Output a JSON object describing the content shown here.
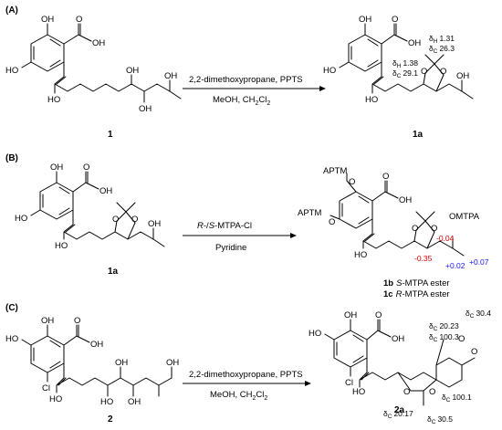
{
  "panels": [
    {
      "label": "(A)",
      "reagent_top": "2,2-dimethoxypropane, PPTS",
      "reagent_bottom": "MeOH, CH",
      "reagent_bottom_sub": "2",
      "reagent_bottom_tail": "Cl",
      "reagent_bottom_sub2": "2",
      "start_compound": "1",
      "product_compound": "1a",
      "start_atoms": {
        "oh1": "OH",
        "ho1": "HO",
        "cooh_o": "O",
        "cooh_oh": "OH",
        "enol": "HO",
        "oh_side1": "OH",
        "oh_side2": "OH",
        "oh_side3": "OH"
      },
      "product_atoms": {
        "oh1": "OH",
        "ho1": "HO",
        "cooh_o": "O",
        "cooh_oh": "OH",
        "enol": "HO",
        "o1": "O",
        "o2": "O",
        "oh_end": "OH"
      },
      "nmr": [
        {
          "nucleus": "δ",
          "sub": "H",
          "value": "1.31"
        },
        {
          "nucleus": "δ",
          "sub": "C",
          "value": "26.3"
        },
        {
          "nucleus": "δ",
          "sub": "H",
          "value": "1.38"
        },
        {
          "nucleus": "δ",
          "sub": "C",
          "value": "29.1"
        }
      ]
    },
    {
      "label": "(B)",
      "reagent_top_a": "R",
      "reagent_top_b": "-/",
      "reagent_top_c": "S",
      "reagent_top_d": "-MTPA-Cl",
      "reagent_bottom": "Pyridine",
      "start_compound": "1a",
      "product_line1_num": "1b",
      "product_line1_conf": "S",
      "product_line1_text": "-MTPA ester",
      "product_line2_num": "1c",
      "product_line2_conf": "R",
      "product_line2_text": "-MTPA ester",
      "start_atoms": {
        "oh1": "OH",
        "ho1": "HO",
        "cooh_o": "O",
        "cooh_oh": "OH",
        "enol": "HO",
        "o1": "O",
        "o2": "O",
        "oh_end": "OH"
      },
      "product_atoms": {
        "aptm1": "APTM",
        "aptm2": "APTM",
        "o_a": "O",
        "o_b": "O",
        "cooh_o": "O",
        "cooh_oh": "OH",
        "enol": "HO",
        "o1": "O",
        "o2": "O",
        "omtpa": "OMTPA"
      },
      "deltas_red": [
        "-0.04",
        "-0.35"
      ],
      "deltas_blue": [
        "+0.02",
        "+0.07"
      ]
    },
    {
      "label": "(C)",
      "reagent_top": "2,2-dimethoxypropane, PPTS",
      "reagent_bottom": "MeOH, CH",
      "reagent_bottom_sub": "2",
      "reagent_bottom_tail": "Cl",
      "reagent_bottom_sub2": "2",
      "start_compound": "2",
      "product_compound": "2a",
      "start_atoms": {
        "oh1": "OH",
        "ho1": "HO",
        "cl": "Cl",
        "cooh_o": "O",
        "cooh_oh": "OH",
        "enol": "HO",
        "oh_a": "HO",
        "oh_b": "OH",
        "oh_c": "OH",
        "oh_d": "OH"
      },
      "product_atoms": {
        "oh1": "OH",
        "ho1": "HO",
        "cl": "Cl",
        "cooh_o": "O",
        "cooh_oh": "OH",
        "enol": "HO",
        "o1": "O",
        "o2": "O",
        "o3": "O",
        "o4": "O"
      },
      "nmr": [
        {
          "nucleus": "δ",
          "sub": "C",
          "value": "20.23"
        },
        {
          "nucleus": "δ",
          "sub": "C",
          "value": "30.4"
        },
        {
          "nucleus": "δ",
          "sub": "C",
          "value": "100.3"
        },
        {
          "nucleus": "δ",
          "sub": "C",
          "value": "100.1"
        },
        {
          "nucleus": "δ",
          "sub": "C",
          "value": "20.17"
        },
        {
          "nucleus": "δ",
          "sub": "C",
          "value": "30.5"
        }
      ]
    }
  ]
}
